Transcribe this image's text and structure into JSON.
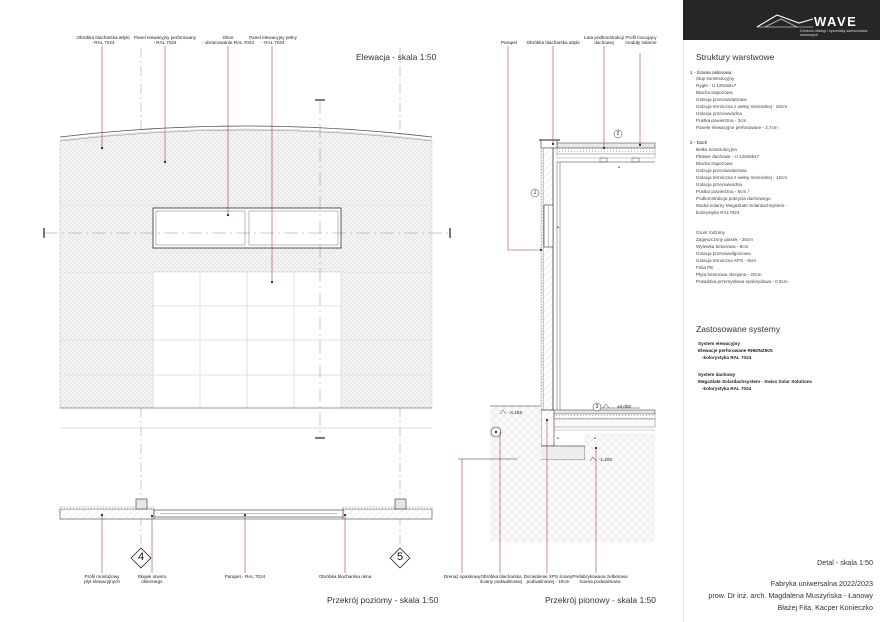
{
  "elevation": {
    "title": "Elewacja - skala 1:50",
    "labels": [
      "Obróbka blacharska attyki\n- RAL 7024",
      "Panel elewacyjny perforowany\n- RAL 7024",
      "Okno\n- obramowanie RAL 7024",
      "Panel elewacyjny pełny\n- RAL 7024"
    ]
  },
  "plan": {
    "title": "Przekrój poziomy - skala 1:50",
    "axis_left": "4",
    "axis_right": "5",
    "labels": [
      "Profil montażowy\npłyt elewacyjnych",
      "Skujek otworu\nokiennego",
      "Parapet - RAL 7024",
      "Obróbka blacharska okna"
    ]
  },
  "section": {
    "title": "Przekrój pionowy - skala 1:50",
    "labels_top": [
      "Parapet",
      "Obróbka blacharska attyki",
      "Łata podkonstrukcji\ndachowej",
      "Profil  mocujący\nmoduły solarne"
    ],
    "labels_bottom": [
      "Drenaż opaskowy",
      "Obróbka blacharska\nściany podwalinowej",
      "Docieplenie XPS ściany\npodwalinowej - 10cm",
      "Prefabrykowana żelbetowa\nściana podwalinowa"
    ],
    "markers": [
      "1",
      "2",
      "3"
    ],
    "levels": [
      "-0,155",
      "±0,000",
      "-1,200"
    ],
    "dots": [
      "•",
      "•",
      "•",
      "•"
    ]
  },
  "panel": {
    "brand": "WAVE",
    "brand_sub": "Centrum obsługi i sprzedaży samochodów osobowych",
    "structures_title": "Struktury warstwowe",
    "wall_title": "1 - Ściana osłonowa",
    "wall_items": [
      "Słup konstrukcyjny",
      "Rygle - U 120x55x7",
      "Blacha trapezowa",
      "Izolacja przeciwwiatrowa",
      "Izolacja termiczna z wełny mineralnej - 20cm",
      "Izolacja przeciwwodna",
      "Pustka powietrzna - 3cm",
      "Panele elewacyjne perforowane - 2,7cm"
    ],
    "roof_title": "2 - Dach",
    "roof_items": [
      "Belka konstrukcyjna",
      "Płatwie dachowe - U 120x55x7",
      "Blacha trapezowa",
      "Izolacja przeciwwiatrowa",
      "Izolacja termiczna z wełny mineralnej - 15cm",
      "Izolacja przeciwwodna",
      "Pustka powietrzna - 8cm /",
      "Podkonstrukcja pokrycia dachowego",
      "Moduł solarny MegaSlate Solardachsystem -",
      "kolorystyka  RAL7024"
    ],
    "floor_items": [
      "Grunt rodzimy",
      "Zagęszczony piasek - 20cm",
      "Wylewka betonowa - 8cm",
      "Izolacja przeciwwilgociowa",
      "Izolacja termiczna XPS - 8cm",
      "Folia PE",
      "Płyta betonowa zbrojona - 20cm",
      "Posadzka przemysłowa epoksydowa - 0,5cm"
    ],
    "systems_title": "Zastosowane systemy",
    "sys1_title": "System elewacyjny",
    "sys1_line1": "Elewacje perforowane RHEINZIKN",
    "sys1_line2": "-kolorystyka RAL 7024",
    "sys2_title": "System dachowy",
    "sys2_line1": "MegaSlate Solardachsystem - Swiss Solar Solutions",
    "sys2_line2": "-kolorystyka RAL 7024",
    "detail": "Detal - skala 1:50",
    "project": "Fabryka uniwersalna  2022/2023",
    "supervisor": "prow. Dr inż. arch. Magdalena Muszyńska - Łanowy",
    "authors": "Błażej Fita, Kacper Konieczko"
  }
}
